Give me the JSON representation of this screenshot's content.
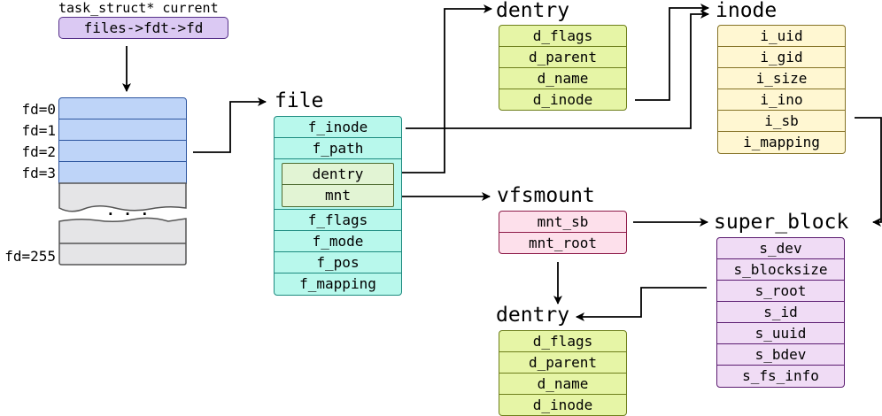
{
  "task_label": "task_struct* current",
  "task_box": "files->fdt->fd",
  "fd_labels": [
    "fd=0",
    "fd=1",
    "fd=2",
    "fd=3"
  ],
  "fd_last_label": "fd=255",
  "fd_ellipsis": ". . .",
  "file": {
    "title": "file",
    "fields": [
      "f_inode",
      "f_path",
      "f_flags",
      "f_mode",
      "f_pos",
      "f_mapping"
    ],
    "path_fields": [
      "dentry",
      "mnt"
    ]
  },
  "dentry_top": {
    "title": "dentry",
    "fields": [
      "d_flags",
      "d_parent",
      "d_name",
      "d_inode"
    ]
  },
  "inode": {
    "title": "inode",
    "fields": [
      "i_uid",
      "i_gid",
      "i_size",
      "i_ino",
      "i_sb",
      "i_mapping"
    ]
  },
  "vfsmount": {
    "title": "vfsmount",
    "fields": [
      "mnt_sb",
      "mnt_root"
    ]
  },
  "super_block": {
    "title": "super_block",
    "fields": [
      "s_dev",
      "s_blocksize",
      "s_root",
      "s_id",
      "s_uuid",
      "s_bdev",
      "s_fs_info"
    ]
  },
  "dentry_bottom": {
    "title": "dentry",
    "fields": [
      "d_flags",
      "d_parent",
      "d_name",
      "d_inode"
    ]
  },
  "colors": {
    "dentry": "#e6f5a6",
    "inode": "#fff7d2",
    "file": "#b8f8ec",
    "vfsmount": "#fde0eb",
    "super_block": "#f0dcf5",
    "fd_array": "#bed4f8",
    "task": "#dbc9f3"
  }
}
